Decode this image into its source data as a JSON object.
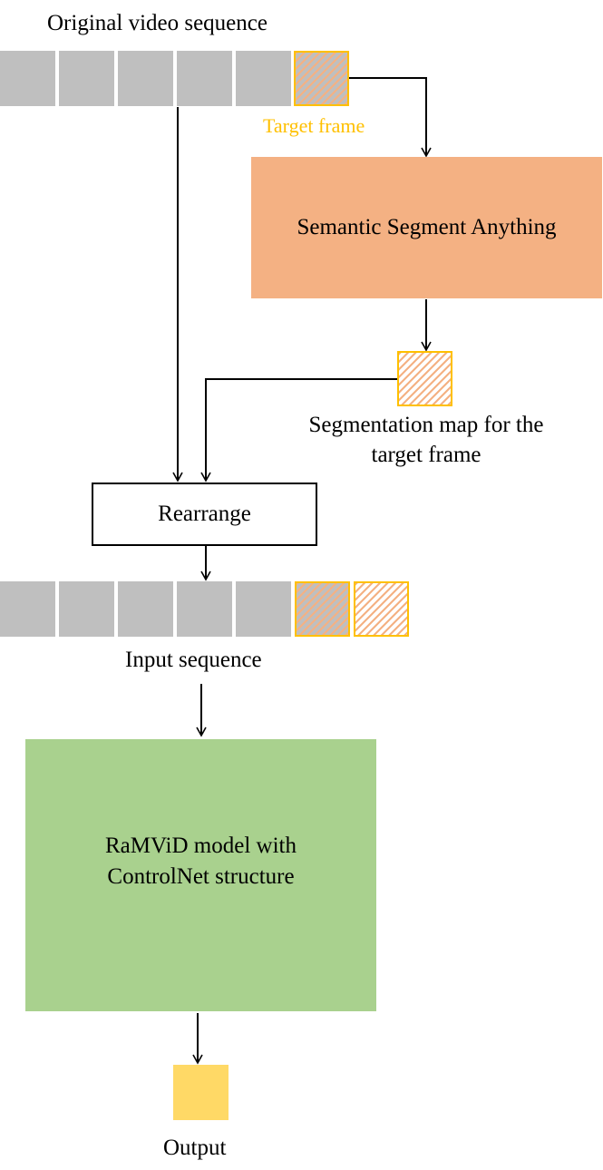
{
  "labels": {
    "original_sequence": "Original video sequence",
    "target_frame": "Target frame",
    "sam": "Semantic Segment Anything",
    "segmentation_map_line1": "Segmentation map for the",
    "segmentation_map_line2": "target frame",
    "rearrange": "Rearrange",
    "input_sequence": "Input sequence",
    "model_line1": "RaMViD model with",
    "model_line2": "ControlNet structure",
    "output": "Output"
  },
  "colors": {
    "frame_gray": "#bfbfbf",
    "target_border": "#ffc000",
    "target_hatch": "#f4b183",
    "target_label": "#ffc000",
    "sam_fill": "#f4b183",
    "model_fill": "#a9d18e",
    "output_fill": "#ffd966",
    "arrow": "#000000"
  }
}
